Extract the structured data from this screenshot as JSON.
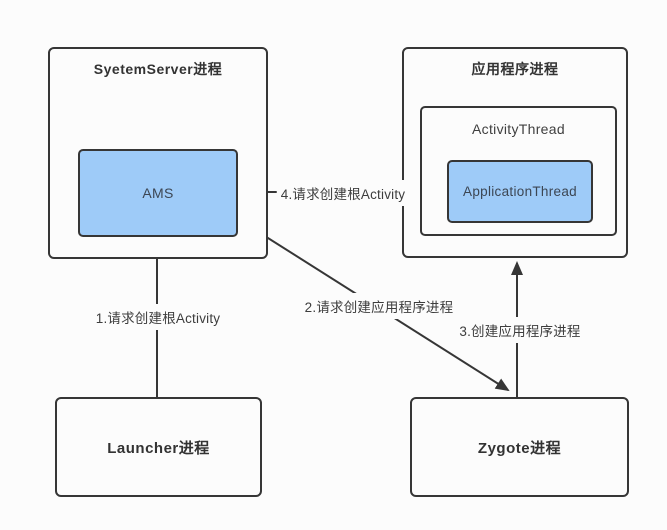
{
  "diagram": {
    "boxes": {
      "system_server": {
        "title": "SyetemServer进程"
      },
      "ams": {
        "label": "AMS"
      },
      "app_process": {
        "title": "应用程序进程"
      },
      "activity_thread": {
        "title": "ActivityThread"
      },
      "application_thread": {
        "label": "ApplicationThread"
      },
      "launcher": {
        "title": "Launcher进程"
      },
      "zygote": {
        "title": "Zygote进程"
      }
    },
    "arrows": {
      "step1": {
        "label": "1.请求创建根Activity"
      },
      "step2": {
        "label": "2.请求创建应用程序进程"
      },
      "step3": {
        "label": "3.创建应用程序进程"
      },
      "step4": {
        "label": "4.请求创建根Activity"
      }
    },
    "colors": {
      "node_fill": "#9ecbf8",
      "border": "#363636",
      "background": "#fcfcfc",
      "label_text": "#3d3d3d"
    }
  }
}
